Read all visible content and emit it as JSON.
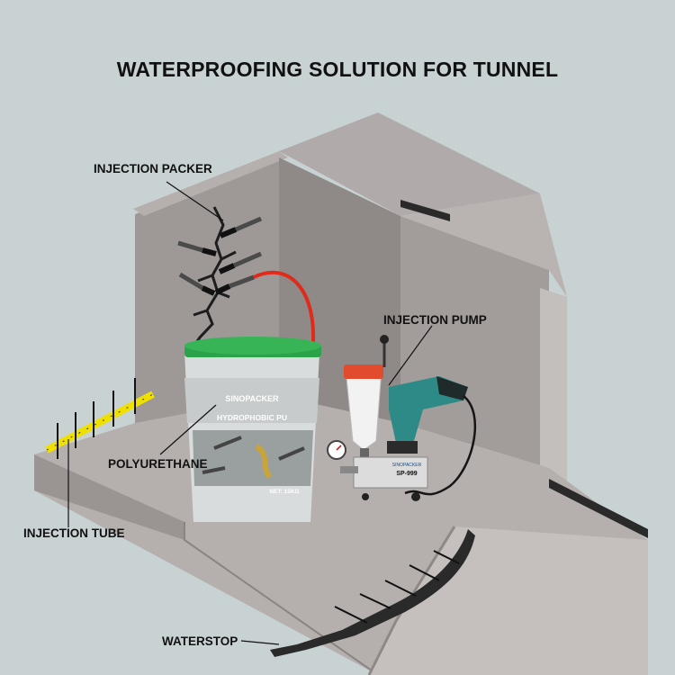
{
  "title": "WATERPROOFING SOLUTION FOR TUNNEL",
  "labels": {
    "injection_packer": "INJECTION PACKER",
    "injection_pump": "INJECTION PUMP",
    "polyurethane": "POLYURETHANE",
    "injection_tube": "INJECTION TUBE",
    "waterstop": "WATERSTOP"
  },
  "bucket": {
    "brand": "SINOPACKER",
    "product": "HYDROPHOBIC PU",
    "net": "NET: 15KG"
  },
  "pump": {
    "brand": "SINOPACKER",
    "model": "SP-999"
  },
  "colors": {
    "background": "#c9d2d3",
    "wall": "#a09a98",
    "floor": "#b4afac",
    "injection_tube": "#f0e000",
    "hose": "#e02a1a",
    "drill": "#2e8a86"
  }
}
